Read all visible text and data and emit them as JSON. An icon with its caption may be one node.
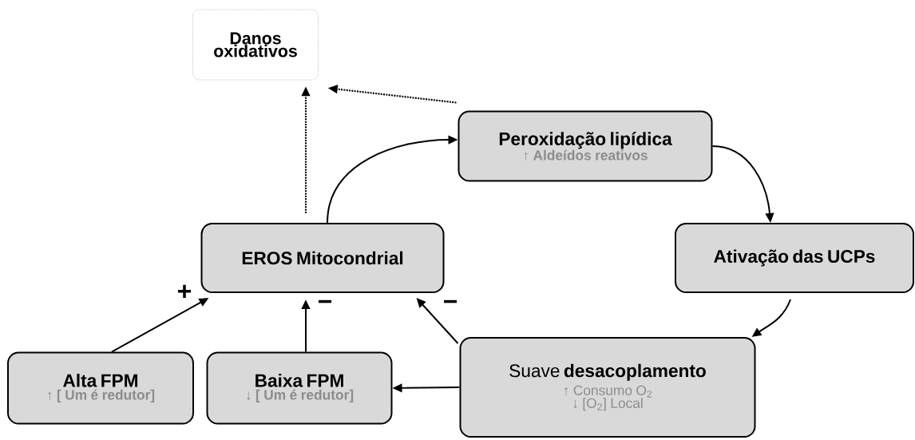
{
  "diagram": {
    "nodes": [
      {
        "text": [
          "Danos oxidativos"
        ]
      },
      {
        "text": [
          "Peroxidação lipídica",
          "↑ Aldeídos reativos"
        ]
      },
      {
        "text": [
          "EROS Mitocondrial"
        ]
      },
      {
        "text": [
          "Ativação das UCPs"
        ]
      },
      {
        "text": [
          "Alta FPM",
          "↑ [ Um é redutor]"
        ]
      },
      {
        "text": [
          "Baixa FPM",
          "↓ [ Um é redutor]"
        ]
      },
      {
        "text": [
          "Suave **desacoplamento**",
          "↑ Consumo O$_{2}$",
          "↓ [O$_{2}$] Local"
        ]
      }
    ],
    "edges": [
      {
        "from": 2,
        "to": 0,
        "arrow": "to",
        "style": "dashed"
      },
      {
        "from": 1,
        "to": 0,
        "arrow": "to",
        "style": "dashed"
      },
      {
        "from": 2,
        "to": 1,
        "arrow": "to"
      },
      {
        "from": 1,
        "to": 3,
        "arrow": "to"
      },
      {
        "from": 3,
        "to": 6,
        "arrow": "to"
      },
      {
        "from": 6,
        "to": 5,
        "arrow": "to"
      },
      {
        "from": 5,
        "to": 2,
        "arrow": "to",
        "label": "−"
      },
      {
        "from": 6,
        "to": 2,
        "arrow": "to",
        "label": "−"
      },
      {
        "from": 4,
        "to": 2,
        "arrow": "to",
        "label": "+"
      }
    ]
  }
}
